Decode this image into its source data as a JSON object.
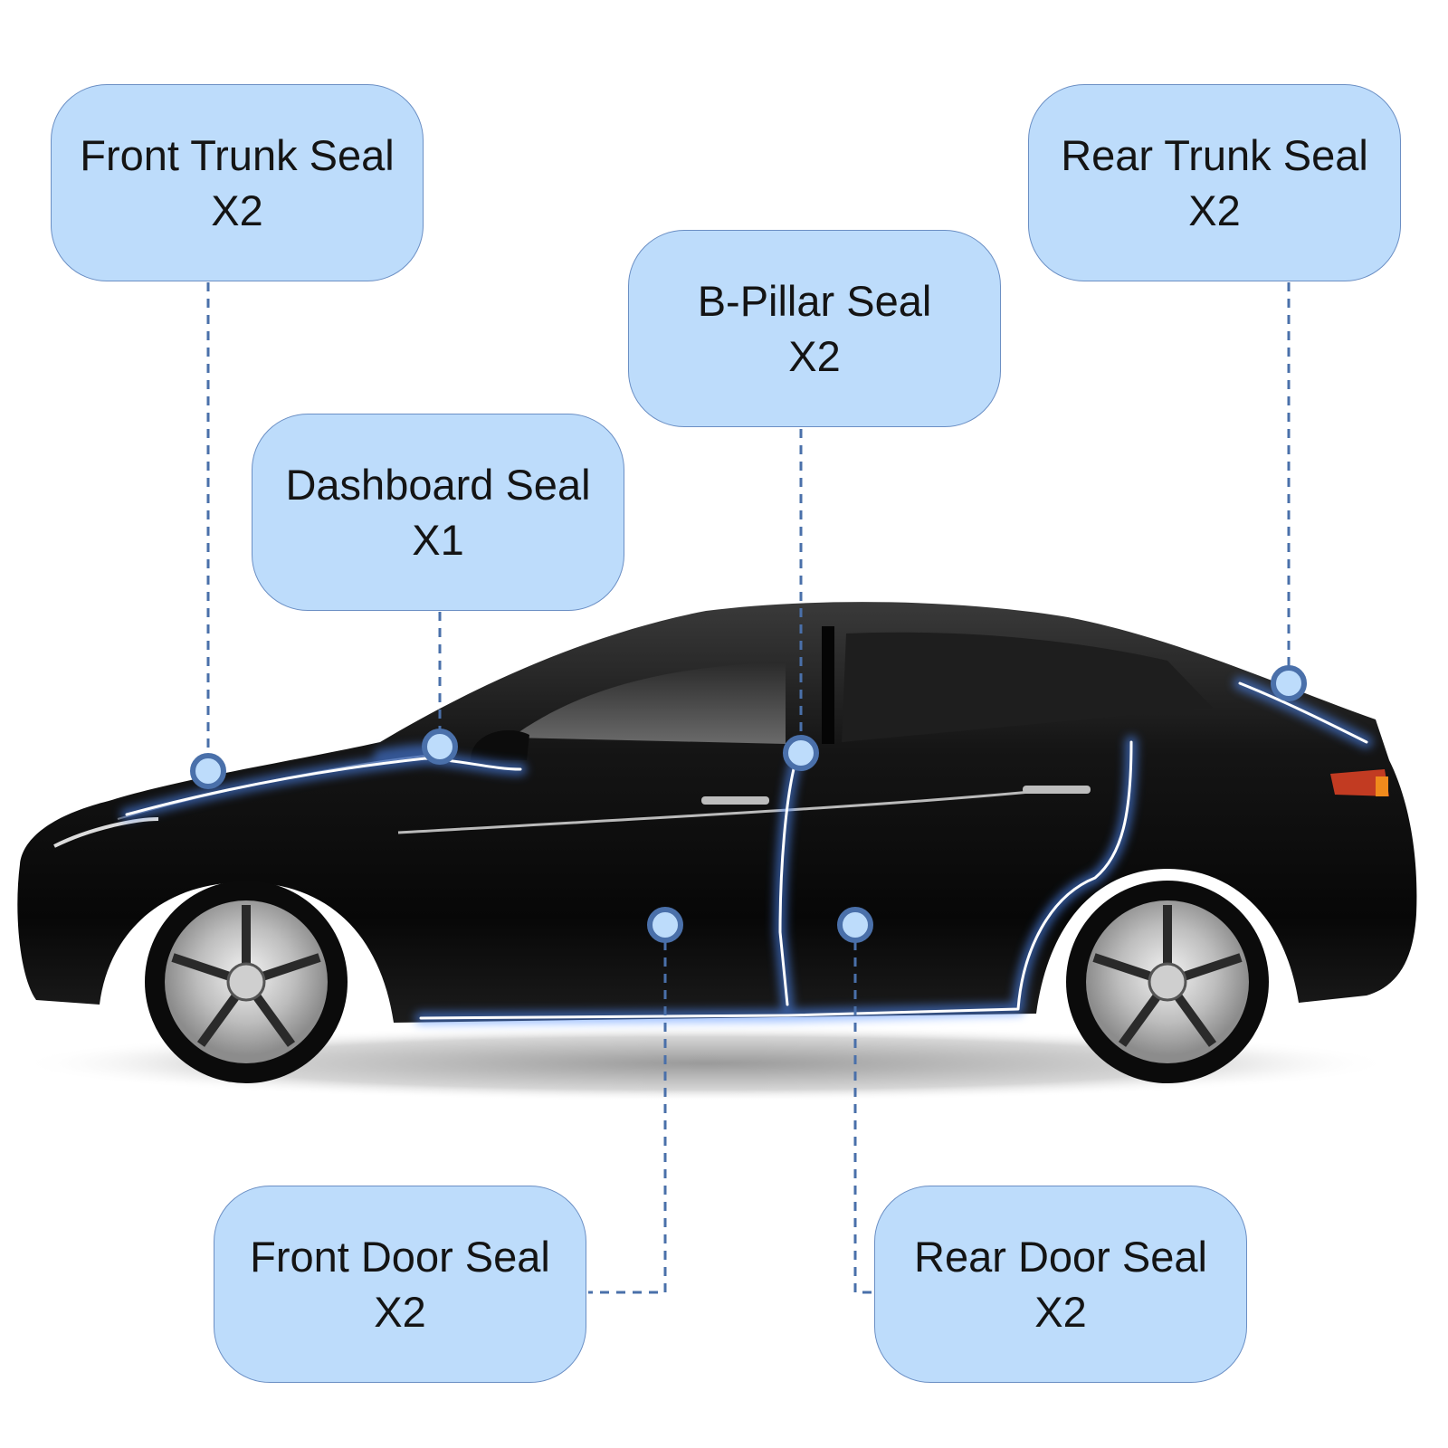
{
  "callouts": {
    "front_trunk": {
      "name": "Front Trunk Seal",
      "qty": "X2"
    },
    "rear_trunk": {
      "name": "Rear Trunk Seal",
      "qty": "X2"
    },
    "b_pillar": {
      "name": "B-Pillar Seal",
      "qty": "X2"
    },
    "dashboard": {
      "name": "Dashboard Seal",
      "qty": "X1"
    },
    "front_door": {
      "name": "Front Door Seal",
      "qty": "X2"
    },
    "rear_door": {
      "name": "Rear Door Seal",
      "qty": "X2"
    }
  },
  "colors": {
    "callout_fill": "#bddcfb",
    "callout_border": "#6b8fc4",
    "leader_line": "#4a70aa",
    "marker_fill": "#bddcfb",
    "seal_glow": "#4f8dff",
    "car_body": "#111111"
  }
}
